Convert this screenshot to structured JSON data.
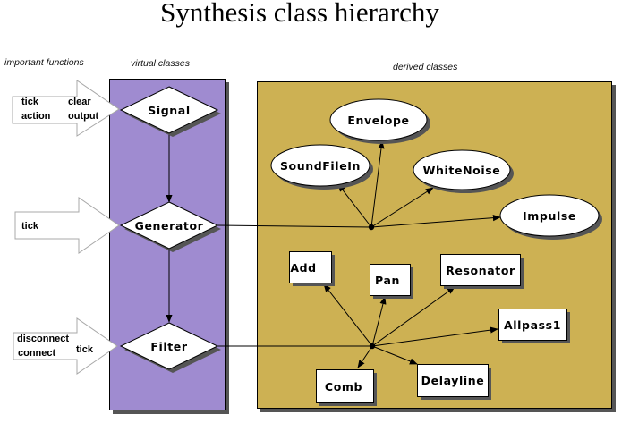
{
  "title": "Synthesis class hierarchy",
  "sections": {
    "functions": "important functions",
    "virtual": "virtual classes",
    "derived": "derived classes"
  },
  "colors": {
    "virtual_panel": "#9f8bd0",
    "derived_panel": "#cdb153",
    "shadow": "#555555",
    "node_fill": "#ffffff",
    "arrow_outline": "#a8a8a8"
  },
  "function_arrows": [
    {
      "id": "signal",
      "target": "Signal",
      "columns": [
        [
          "tick",
          "action"
        ],
        [
          "clear",
          "output"
        ]
      ]
    },
    {
      "id": "generator",
      "target": "Generator",
      "columns": [
        [
          "tick"
        ]
      ]
    },
    {
      "id": "filter",
      "target": "Filter",
      "columns": [
        [
          "disconnect",
          "connect"
        ],
        [
          "tick"
        ]
      ]
    }
  ],
  "virtual_classes": [
    {
      "id": "signal",
      "label": "Signal"
    },
    {
      "id": "generator",
      "label": "Generator"
    },
    {
      "id": "filter",
      "label": "Filter"
    }
  ],
  "inheritance": [
    {
      "from": "Signal",
      "to": "Generator"
    },
    {
      "from": "Generator",
      "to": "Filter"
    }
  ],
  "derived_classes": {
    "generator": [
      {
        "label": "Envelope",
        "shape": "ellipse"
      },
      {
        "label": "SoundFileIn",
        "shape": "ellipse"
      },
      {
        "label": "WhiteNoise",
        "shape": "ellipse"
      },
      {
        "label": "Impulse",
        "shape": "ellipse"
      }
    ],
    "filter": [
      {
        "label": "Add",
        "shape": "box"
      },
      {
        "label": "Pan",
        "shape": "box"
      },
      {
        "label": "Resonator",
        "shape": "box"
      },
      {
        "label": "Allpass1",
        "shape": "box"
      },
      {
        "label": "Comb",
        "shape": "box"
      },
      {
        "label": "Delayline",
        "shape": "box"
      }
    ]
  }
}
